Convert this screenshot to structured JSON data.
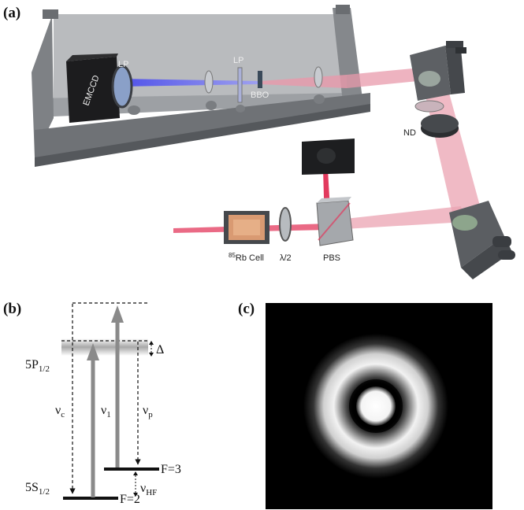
{
  "panels": {
    "a": {
      "label": "(a)",
      "components": {
        "emccd": "EMCCD",
        "lp_left": "LP",
        "lp_mid": "LP",
        "bbo": "BBO",
        "nd": "ND",
        "rb_cell_sup": "85",
        "rb_cell": "Rb Cell",
        "half_wave": "λ/2",
        "pbs": "PBS"
      }
    },
    "b": {
      "label": "(b)",
      "levels": {
        "excited": "5P",
        "excited_sub": "1/2",
        "ground": "5S",
        "ground_sub": "1/2",
        "f2": "F=2",
        "f3": "F=3"
      },
      "transitions": {
        "nu_c": "ν",
        "nu_c_sub": "c",
        "nu_1": "ν",
        "nu_1_sub": "1",
        "nu_p": "ν",
        "nu_p_sub": "p",
        "nu_hf": "ν",
        "nu_hf_sub": "HF",
        "delta": "Δ"
      }
    },
    "c": {
      "label": "(c)"
    }
  },
  "colors": {
    "beam_red": "#e85a78",
    "beam_blue": "#5a5cf0",
    "table_grey": "#8c8f93",
    "arrow_grey": "#8a8a8a"
  }
}
